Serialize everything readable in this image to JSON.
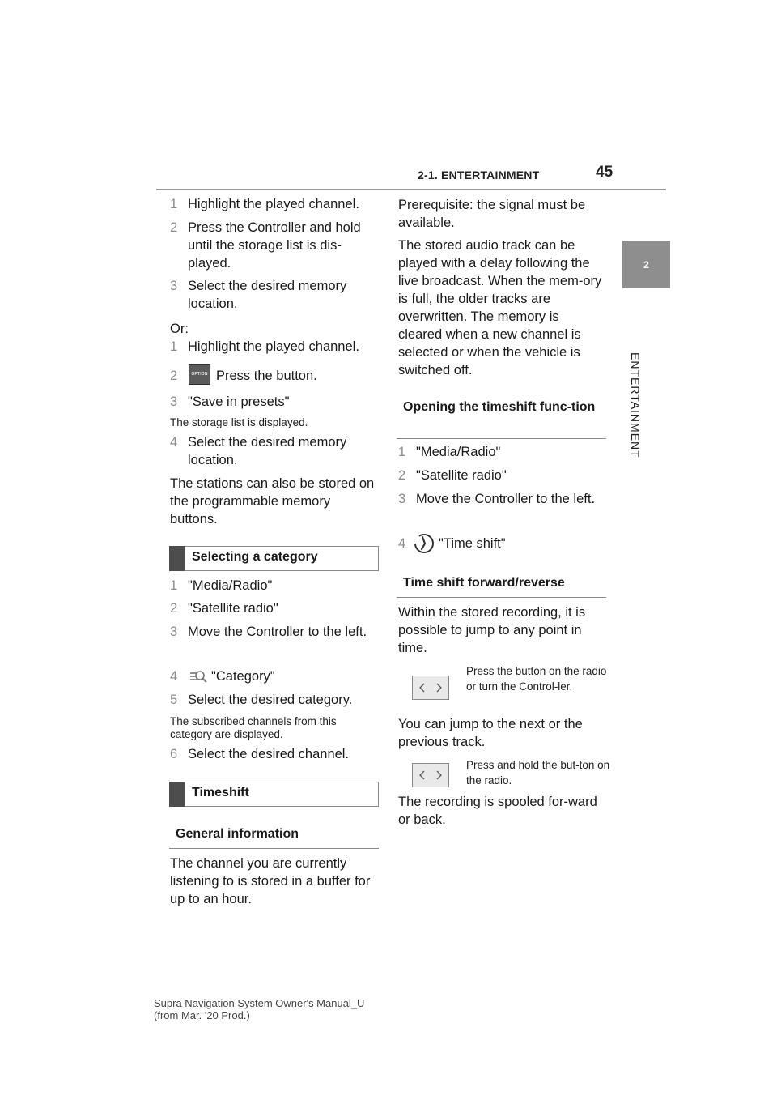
{
  "header": {
    "section": "2-1. ENTERTAINMENT",
    "page": "45"
  },
  "side_tab": {
    "number": "2",
    "label": "ENTERTAINMENT"
  },
  "left_column": {
    "steps_a": [
      {
        "num": "1",
        "text": "Highlight the played channel."
      },
      {
        "num": "2",
        "text": "Press the Controller and hold until the storage list is dis-played."
      },
      {
        "num": "3",
        "text": "Select the desired memory location."
      }
    ],
    "or": "Or:",
    "steps_b": [
      {
        "num": "1",
        "text": "Highlight the played channel."
      },
      {
        "num": "2",
        "text": "Press the button.",
        "icon": "OPTION"
      },
      {
        "num": "3",
        "text": "\"Save in presets\""
      }
    ],
    "note_storage": "The storage list is displayed.",
    "step_b4": {
      "num": "4",
      "text": "Select the desired memory location."
    },
    "para_stations": "The stations can also be stored on the programmable memory buttons.",
    "heading_category": "Selecting a category",
    "steps_c": [
      {
        "num": "1",
        "text": "\"Media/Radio\""
      },
      {
        "num": "2",
        "text": "\"Satellite radio\""
      },
      {
        "num": "3",
        "text": "Move the Controller to the left."
      },
      {
        "num": "4",
        "text": "\"Category\"",
        "icon": "category-icon"
      },
      {
        "num": "5",
        "text": "Select the desired category."
      }
    ],
    "note_subscribed": "The subscribed channels from this category are displayed.",
    "step_c6": {
      "num": "6",
      "text": "Select the desired channel."
    },
    "heading_timeshift": "Timeshift",
    "heading_general": "General information",
    "para_buffer": "The channel you are currently listening to is stored in a buffer for up to an hour."
  },
  "right_column": {
    "para_prereq": "Prerequisite: the signal must be available.",
    "para_stored": "The stored audio track can be played with a delay following the live broadcast. When the mem-ory is full, the older tracks are overwritten. The memory is cleared when a new channel is selected or when the vehicle is switched off.",
    "heading_opening": "Opening the timeshift func-tion",
    "steps_d": [
      {
        "num": "1",
        "text": "\"Media/Radio\""
      },
      {
        "num": "2",
        "text": "\"Satellite radio\""
      },
      {
        "num": "3",
        "text": "Move the Controller to the left."
      },
      {
        "num": "4",
        "text": "\"Time shift\"",
        "icon": "time-shift-icon"
      }
    ],
    "heading_forward": "Time shift forward/reverse",
    "para_within": "Within the stored recording, it is possible to jump to any point in time.",
    "btn_note_1": "Press the button on the radio or turn the Control-ler.",
    "para_jump": "You can jump to the next or the previous track.",
    "btn_note_2": "Press and hold the but-ton on the radio.",
    "para_spooled": "The recording is spooled for-ward or back."
  },
  "footer": {
    "line1": "Supra Navigation System Owner's Manual_U",
    "line2": "(from Mar. '20 Prod.)"
  }
}
